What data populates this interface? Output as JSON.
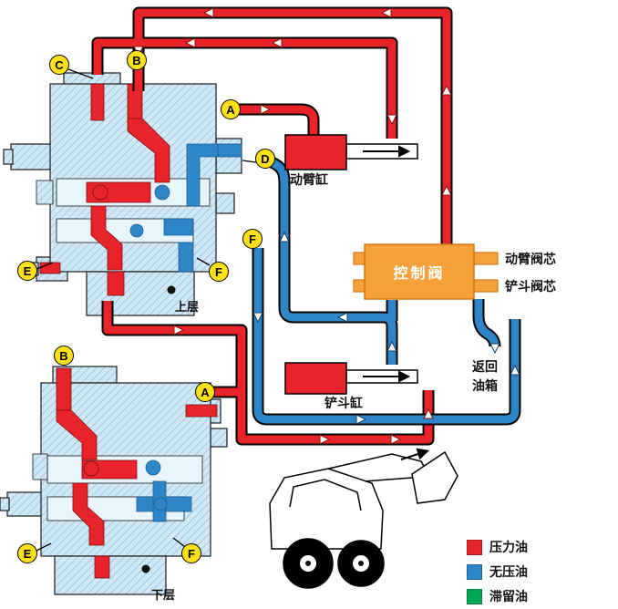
{
  "labels": {
    "boom_cylinder": "动臂缸",
    "bucket_cylinder": "铲斗缸",
    "control_valve": "控制阀",
    "boom_spool": "动臂阀芯",
    "bucket_spool": "铲斗阀芯",
    "return_tank": "返回\n油箱",
    "upper_layer": "上层",
    "lower_layer": "下层"
  },
  "ports": [
    {
      "id": "C"
    },
    {
      "id": "B"
    },
    {
      "id": "A"
    },
    {
      "id": "D"
    },
    {
      "id": "F"
    },
    {
      "id": "E"
    },
    {
      "id": "F"
    },
    {
      "id": "B"
    },
    {
      "id": "A"
    },
    {
      "id": "E"
    },
    {
      "id": "F"
    }
  ],
  "legend": {
    "items": [
      {
        "label": "压力油",
        "color": "#e8232a"
      },
      {
        "label": "无压油",
        "color": "#2e86c8"
      },
      {
        "label": "滞留油",
        "color": "#00a651"
      }
    ]
  },
  "colors": {
    "pressure_oil": "#e8232a",
    "unpressured_oil": "#2e86c8",
    "trapped_oil": "#00a651",
    "valve_body": "#cfe8f7",
    "control_valve": "#f6a13b",
    "port_badge": "#ffe115"
  }
}
